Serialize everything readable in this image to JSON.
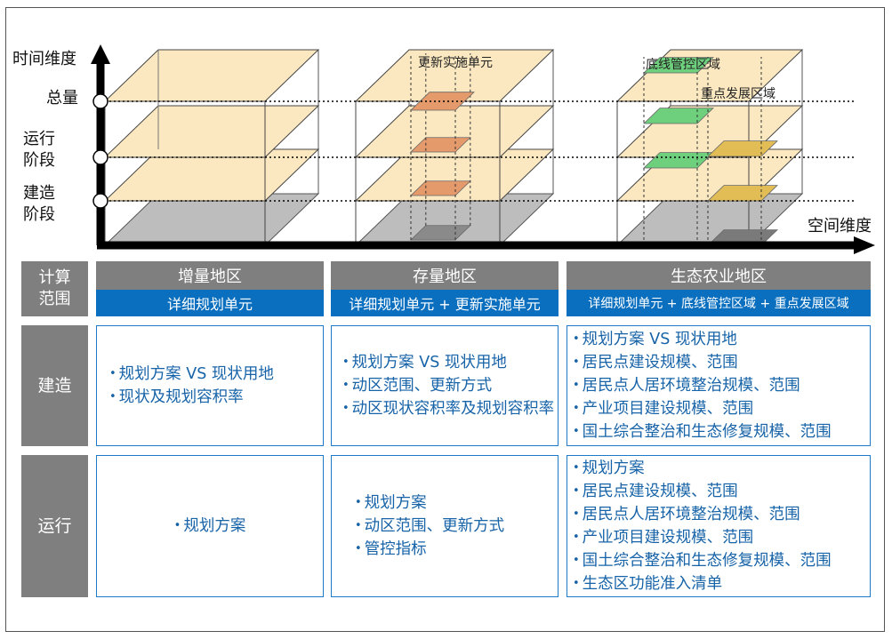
{
  "axes": {
    "time_label": "时间维度",
    "space_label": "空间维度",
    "levels": [
      "总量",
      "运行\n阶段",
      "建造\n阶段"
    ]
  },
  "cubes": {
    "update_unit_label": "更新实施单元",
    "redline_label": "底线管控区域",
    "key_area_label": "重点发展区域"
  },
  "colors": {
    "layer_fill": "#fbe8c0",
    "orange": "#e59a6b",
    "green": "#6ecf7c",
    "gold": "#e2bd55",
    "base_gray": "#bdbdbd",
    "header_gray": "#7f7f7f",
    "header_blue": "#0a6fbf",
    "text_blue": "#1763a8"
  },
  "table": {
    "corner": "计算\n范围",
    "columns": [
      {
        "title": "增量地区",
        "scope": "详细规划单元"
      },
      {
        "title": "存量地区",
        "scope": "详细规划单元 + 更新实施单元"
      },
      {
        "title": "生态农业地区",
        "scope": "详细规划单元 + 底线管控区域 + 重点发展区域"
      }
    ],
    "rows": [
      {
        "label": "建造",
        "cells": [
          [
            "规划方案 VS 现状用地",
            "现状及规划容积率"
          ],
          [
            "规划方案 VS 现状用地",
            "动区范围、更新方式",
            "动区现状容积率及规划容积率"
          ],
          [
            "规划方案 VS 现状用地",
            "居民点建设规模、范围",
            "居民点人居环境整治规模、范围",
            "产业项目建设规模、范围",
            "国土综合整治和生态修复规模、范围"
          ]
        ]
      },
      {
        "label": "运行",
        "cells": [
          [
            "规划方案"
          ],
          [
            "规划方案",
            "动区范围、更新方式",
            "管控指标"
          ],
          [
            "规划方案",
            "居民点建设规模、范围",
            "居民点人居环境整治规模、范围",
            "产业项目建设规模、范围",
            "国土综合整治和生态修复规模、范围",
            "生态区功能准入清单"
          ]
        ]
      }
    ]
  }
}
